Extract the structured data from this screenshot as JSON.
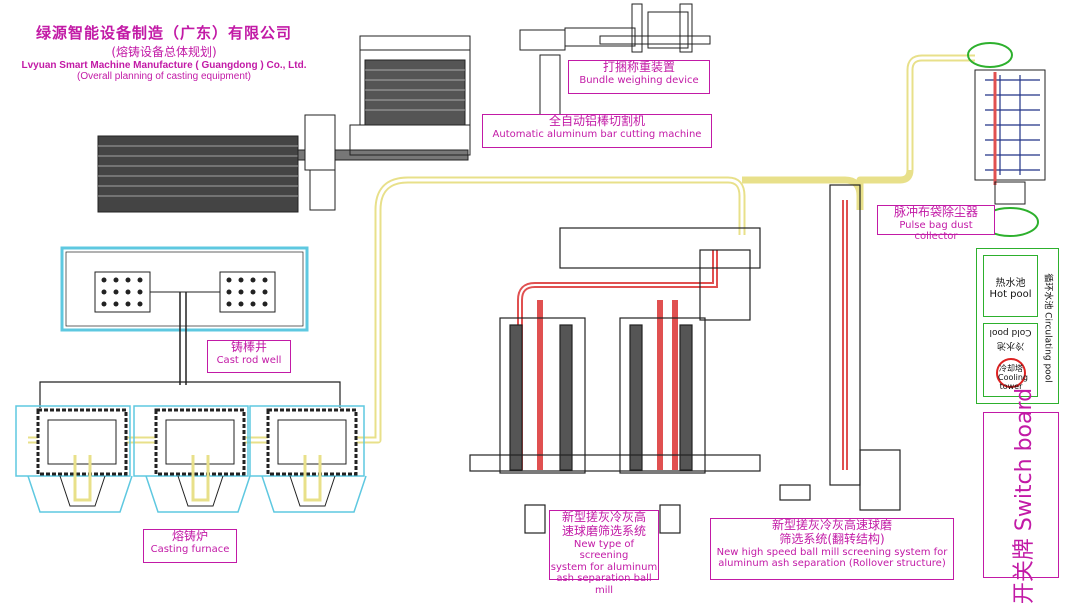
{
  "title": {
    "company_cn": "绿源智能设备制造（广东）有限公司",
    "subtitle_cn": "(熔铸设备总体规划)",
    "company_en": "Lvyuan Smart Machine Manufacture ( Guangdong ) Co., Ltd.",
    "subtitle_en": "(Overall planning of casting equipment)"
  },
  "labels": {
    "bundle": {
      "cn": "打捆称重装置",
      "en": "Bundle weighing device"
    },
    "cutting": {
      "cn": "全自动铝棒切割机",
      "en": "Automatic aluminum bar cutting machine"
    },
    "pulse": {
      "cn": "脉冲布袋除尘器",
      "en": "Pulse bag dust collector"
    },
    "cast_well": {
      "cn": "铸棒井",
      "en": "Cast rod well"
    },
    "furnace": {
      "cn": "熔铸炉",
      "en": "Casting furnace"
    },
    "screening1": {
      "cn1": "新型搓灰冷灰高",
      "cn2": "速球磨筛选系统",
      "en1": "New type of screening",
      "en2": "system for aluminum",
      "en3": "ash separation ball mill"
    },
    "screening2": {
      "cn1": "新型搓灰冷灰高速球磨",
      "cn2": "筛选系统(翻转结构)",
      "en1": "New high speed ball mill screening system for",
      "en2": "aluminum ash separation (Rollover structure)"
    }
  },
  "pools": {
    "hot_cn": "热水池",
    "hot_en": "Hot pool",
    "cold_cn": "冷水池",
    "cold_en": "Cold pool",
    "cooling_cn": "冷却塔",
    "cooling_en": "Cooling tower",
    "circulating": "循环水池 Circulating pool"
  },
  "switch_board": "开关牌 Switch board",
  "colors": {
    "label": "#c21aa6",
    "pipe": "#e8e08a",
    "duct": "#e05050",
    "frame": "#5ec8e0",
    "water": "#2db02d",
    "line": "#222222"
  }
}
